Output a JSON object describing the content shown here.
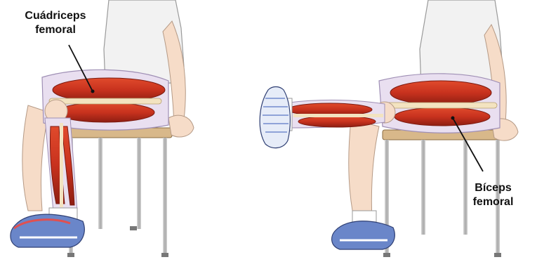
{
  "labels": {
    "quadriceps": {
      "line1": "Cuádriceps",
      "line2": "femoral"
    },
    "biceps": {
      "line1": "Bíceps",
      "line2": "femoral"
    }
  },
  "colors": {
    "muscle": "#c8321e",
    "muscle_dark": "#8e1e12",
    "bone": "#f3e3c0",
    "skin": "#f6dcc8",
    "shirt": "#f2f2f2",
    "chair_metal": "#b9b9b9",
    "chair_seat": "#d8b88a",
    "shoe_blue": "#6a86c9",
    "fascia": "#c9b7d9"
  }
}
